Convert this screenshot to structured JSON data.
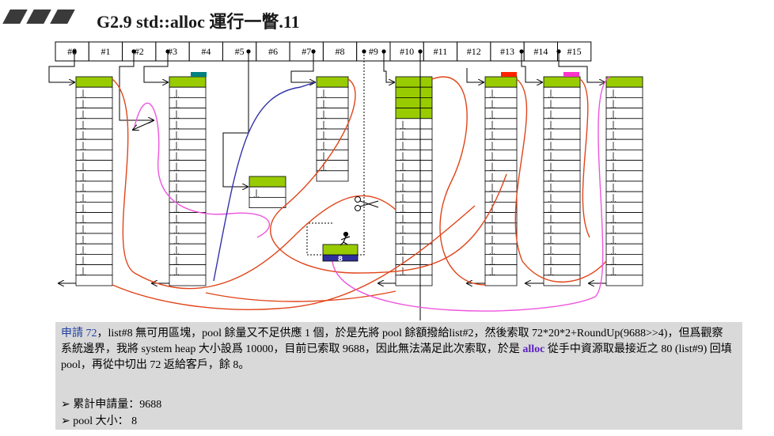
{
  "title": "G2.9 std::alloc 運行一瞥.11",
  "free_lists": [
    "#0",
    "#1",
    "#2",
    "#3",
    "#4",
    "#5",
    "#6",
    "#7",
    "#8",
    "#9",
    "#10",
    "#11",
    "#12",
    "#13",
    "#14",
    "#15"
  ],
  "pool_value": "8",
  "notes": {
    "p1": "申請 72",
    "p2": "，list#8 無可用區塊，pool 餘量又不足供應 1 個，於是先將 pool 餘額撥給list#2，然後索取 72*20*2+RoundUp(9688>>4)，但爲觀察系統邊界，我將 system heap 大小設爲 10000，目前已索取 9688，因此無法滿足此次索取，於是 ",
    "p3": "alloc",
    "p4": " 從手中資源取最接近之 80 (list#9) 回填 pool，再從中切出 72 返給客戶，餘 8。",
    "total_label": "➢ 累計申請量：9688",
    "pool_label": "➢ pool 大小： 8"
  },
  "colors": {
    "green": "#99cc00",
    "teal": "#008080",
    "red": "#ff2200",
    "magenta": "#ff33cc",
    "navy": "#2f2f9c",
    "orange_line": "#e0451a",
    "pink_line": "#ee55dd",
    "blue_line": "#3333aa"
  }
}
